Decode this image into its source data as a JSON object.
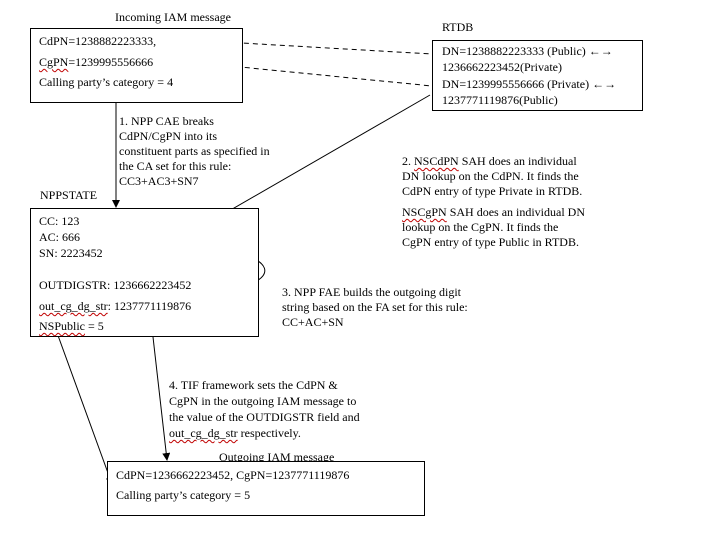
{
  "incoming": {
    "title": "Incoming IAM message",
    "line1": "CdPN=1238882223333,",
    "line2_sq": "CgPN",
    "line2_rest": "=1239995556666",
    "line3": "Calling party’s category = 4"
  },
  "rtdb": {
    "title": "RTDB",
    "line1": "DN=1238882223333 (Public) ←→",
    "line2": "1236662223452(Private)",
    "line3": "DN=1239995556666 (Private) ←→",
    "line4": "1237771119876(Public)"
  },
  "step1": {
    "line1": "1. NPP CAE breaks",
    "line2": "CdPN/CgPN into its",
    "line3": "constituent parts as specified in",
    "line4": "the CA set for this rule:",
    "line5": "CC3+AC3+SN7"
  },
  "nppstate": {
    "title": "NPPSTATE",
    "cc": "CC: 123",
    "ac": "AC: 666",
    "sn": "SN: 2223452",
    "outdigstr": "OUTDIGSTR: 1236662223452",
    "out_cg_sq": "out_cg_dg_str",
    "out_cg_rest": ": 1237771119876",
    "nspublic_sq": "NSPublic",
    "nspublic_rest": " = 5"
  },
  "step2": {
    "a_pre": "2. ",
    "a_sq": "NSCdPN",
    "a_rest": " SAH does an individual",
    "a2": "DN lookup on the CdPN. It finds the",
    "a3": "CdPN entry of type Private in RTDB.",
    "b_sq": "NSCgPN",
    "b_rest": " SAH does an individual DN",
    "b2": "lookup on the CgPN. It finds the",
    "b3": "CgPN entry of type Public in RTDB."
  },
  "step3": {
    "line1": "3. NPP FAE builds the outgoing digit",
    "line2": "string based on the FA set for this rule:",
    "line3": "CC+AC+SN"
  },
  "step4": {
    "line1": "4. TIF framework sets the CdPN &",
    "line2": "CgPN in the outgoing IAM message to",
    "line3": "the value of the OUTDIGSTR field and",
    "line4_sq": "out_cg_dg_str",
    "line4_rest": " respectively."
  },
  "outgoing": {
    "title": "Outgoing IAM message",
    "line1": "CdPN=1236662223452, CgPN=1237771119876",
    "line2": "Calling party’s category = 5"
  }
}
